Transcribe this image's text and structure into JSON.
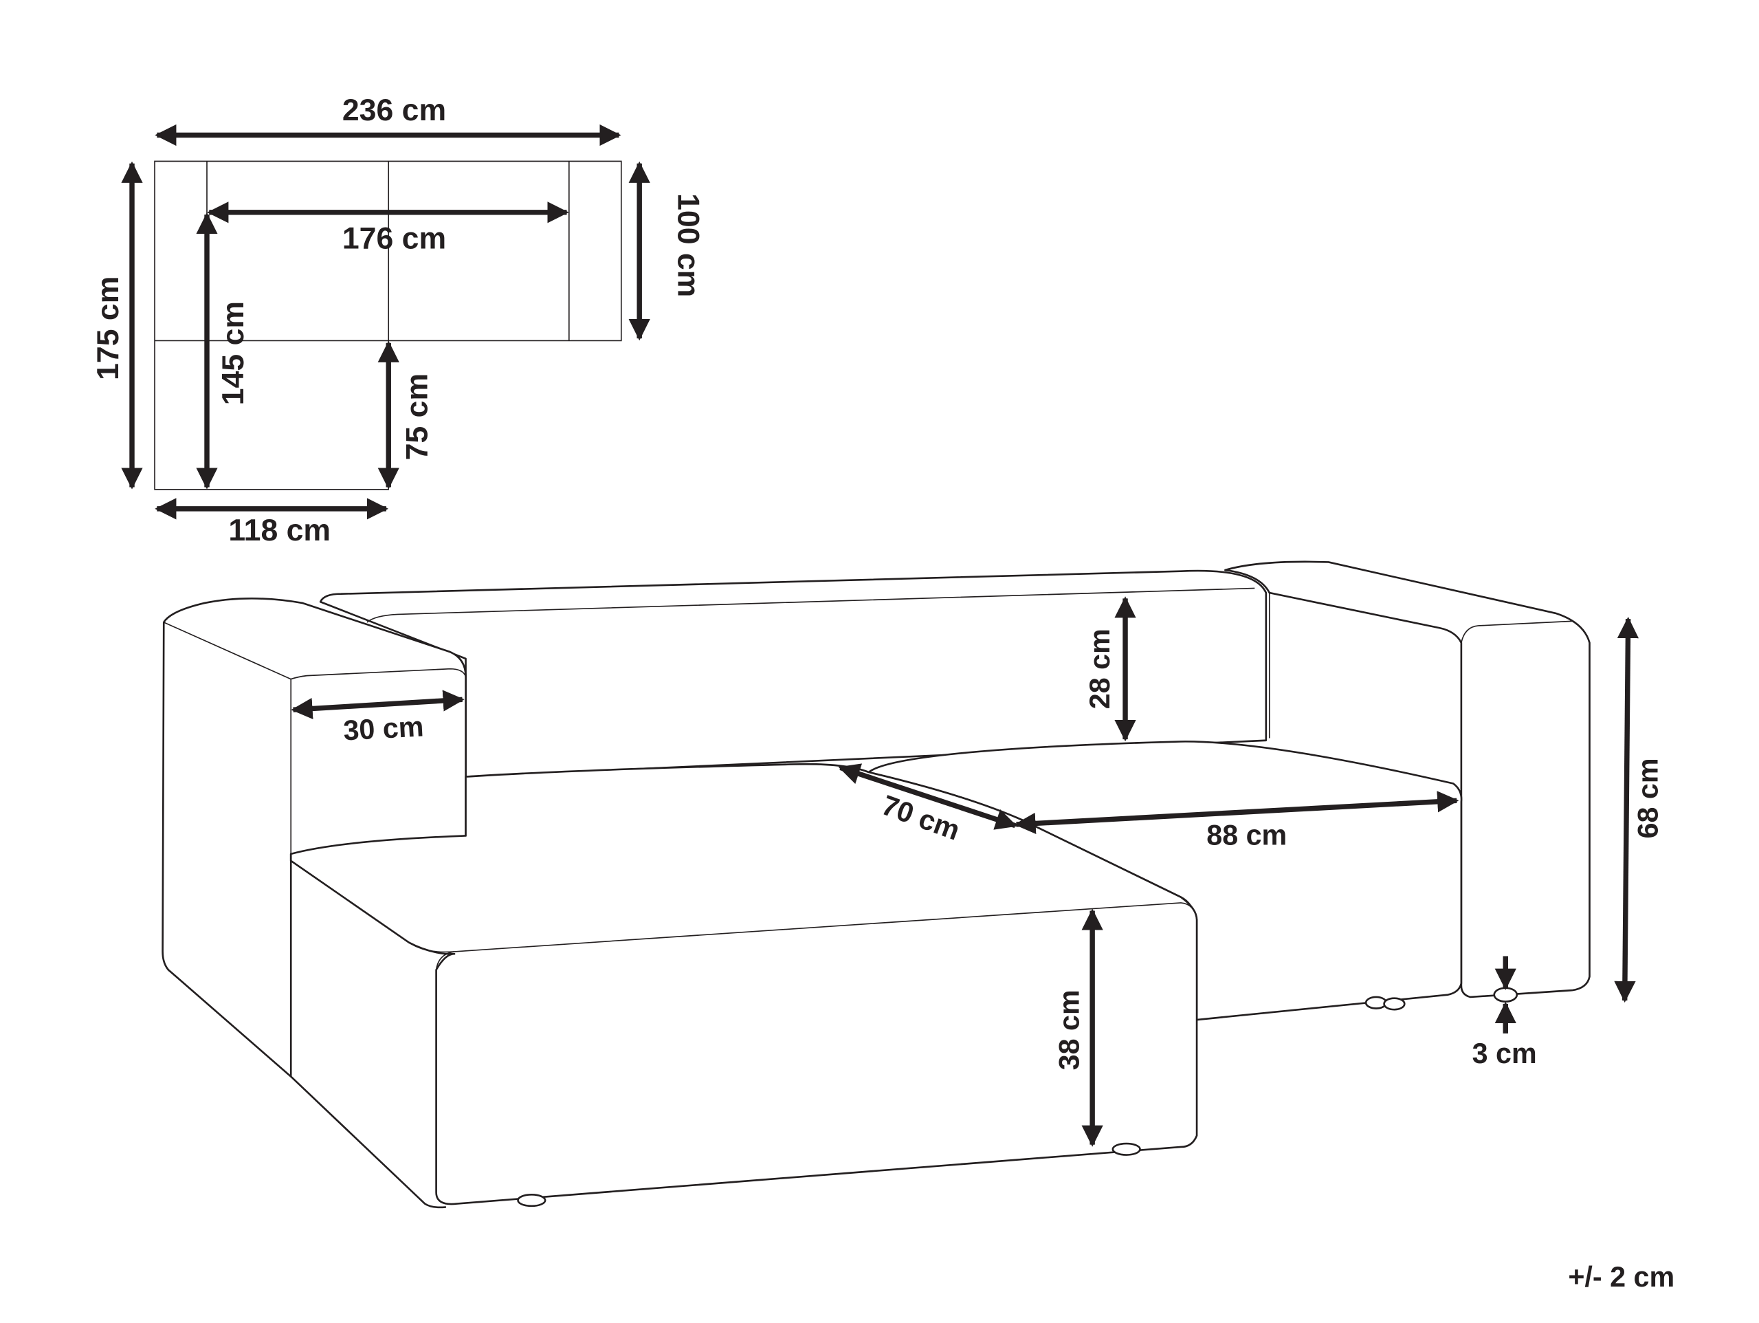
{
  "diagram": {
    "type": "product-dimension-drawing",
    "subject": "L-shaped corner sofa",
    "colors": {
      "line": "#231f20",
      "background": "#ffffff"
    },
    "top_view": {
      "dimensions": {
        "total_width": "236 cm",
        "seat_width": "176 cm",
        "back_depth": "100 cm",
        "total_depth": "175 cm",
        "chaise_inner_depth": "145 cm",
        "chaise_extension": "75 cm",
        "chaise_width": "118 cm"
      }
    },
    "perspective_view": {
      "dimensions": {
        "armrest_width": "30 cm",
        "backrest_height": "28 cm",
        "seat_depth": "70 cm",
        "seat_width": "88 cm",
        "total_height": "68 cm",
        "seat_height": "38 cm",
        "leg_height": "3 cm"
      }
    },
    "tolerance": "+/- 2 cm"
  }
}
